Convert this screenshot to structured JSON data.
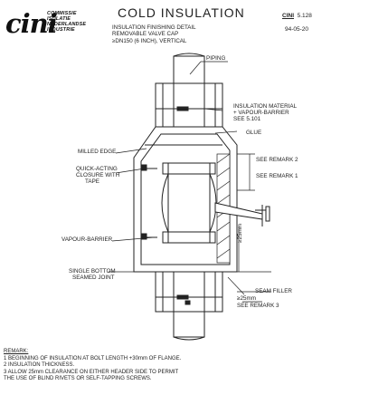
{
  "header": {
    "logo_text": "cini",
    "org_lines": [
      "COMMISSIE",
      "ISOLATIE",
      "NEDERLANDSE",
      "INDUSTRIE"
    ],
    "title": "COLD INSULATION",
    "subtitle_lines": [
      "INSULATION FINISHING DETAIL",
      "REMOVABLE VALVE CAP",
      "≥DN150 (6 INCH), VERTICAL"
    ],
    "doc_prefix": "CINI",
    "doc_number": "5.128",
    "doc_date": "94-05-20"
  },
  "labels": {
    "piping": "PIPING",
    "insulation_material": "INSULATION MATERIAL",
    "vapour_barrier_plus": "+ VAPOUR-BARRIER",
    "see_501": "SEE 5.101",
    "glue": "GLUE",
    "milled_edge": "MILLED EDGE",
    "see_remark_2": "SEE REMARK 2",
    "see_remark_1": "SEE REMARK 1",
    "quick_acting_1": "QUICK-ACTING",
    "quick_acting_2": "CLOSURE WITH",
    "quick_acting_3": "TAPE",
    "vapour_barrier": "VAPOUR-BARRIER",
    "dim_25mm_vertical": "≥25mm",
    "single_bottom_1": "SINGLE BOTTOM",
    "single_bottom_2": "SEAMED JOINT",
    "seam_filler": "SEAM FILLER",
    "dim_25mm": "≥25mm",
    "see_remark_3": "SEE REMARK 3"
  },
  "remarks": {
    "heading": "REMARK:",
    "items": [
      "1  BEGINNING OF INSULATION AT BOLT LENGTH +30mm OF FLANGE.",
      "2  INSULATION THICKNESS.",
      "3  ALLOW 25mm CLEARANCE ON EITHER HEADER SIDE TO PERMIT",
      "    THE USE OF BLIND RIVETS OR SELF-TAPPING SCREWS."
    ]
  }
}
